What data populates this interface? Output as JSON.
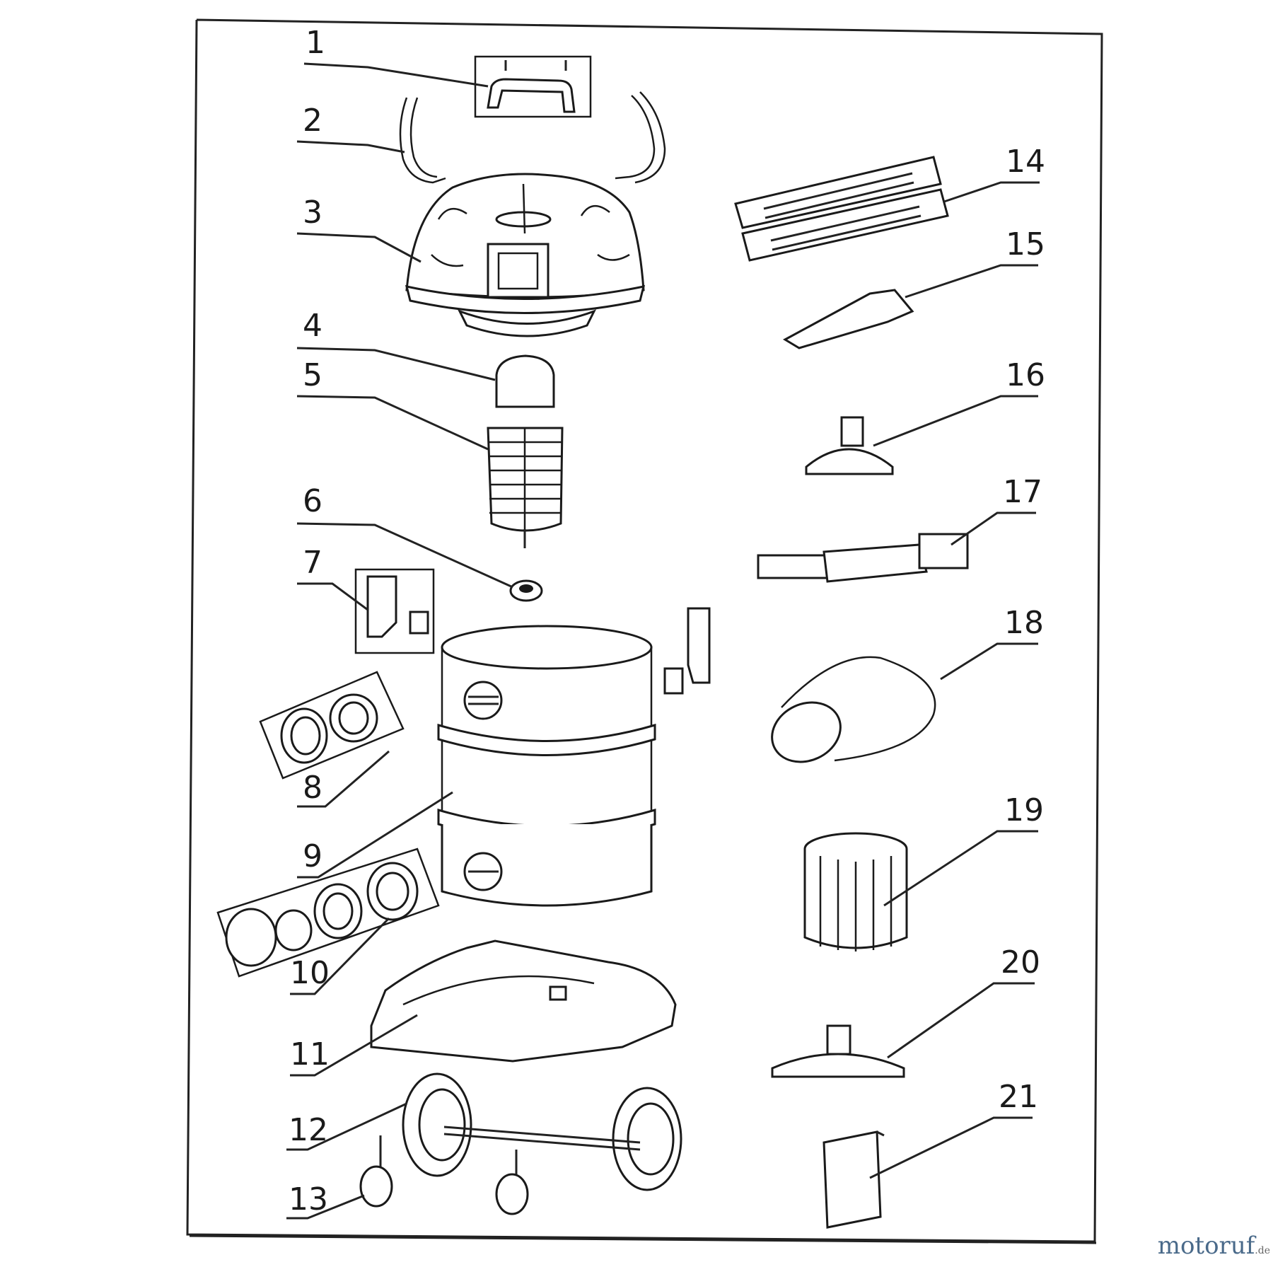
{
  "parts": [
    "1",
    "2",
    "3",
    "4",
    "5",
    "6",
    "7",
    "8",
    "9",
    "10",
    "11",
    "12",
    "13",
    "14",
    "15",
    "16",
    "17",
    "18",
    "19",
    "20",
    "21"
  ],
  "watermark": {
    "brand": "motoruf",
    "suffix": ".de"
  }
}
